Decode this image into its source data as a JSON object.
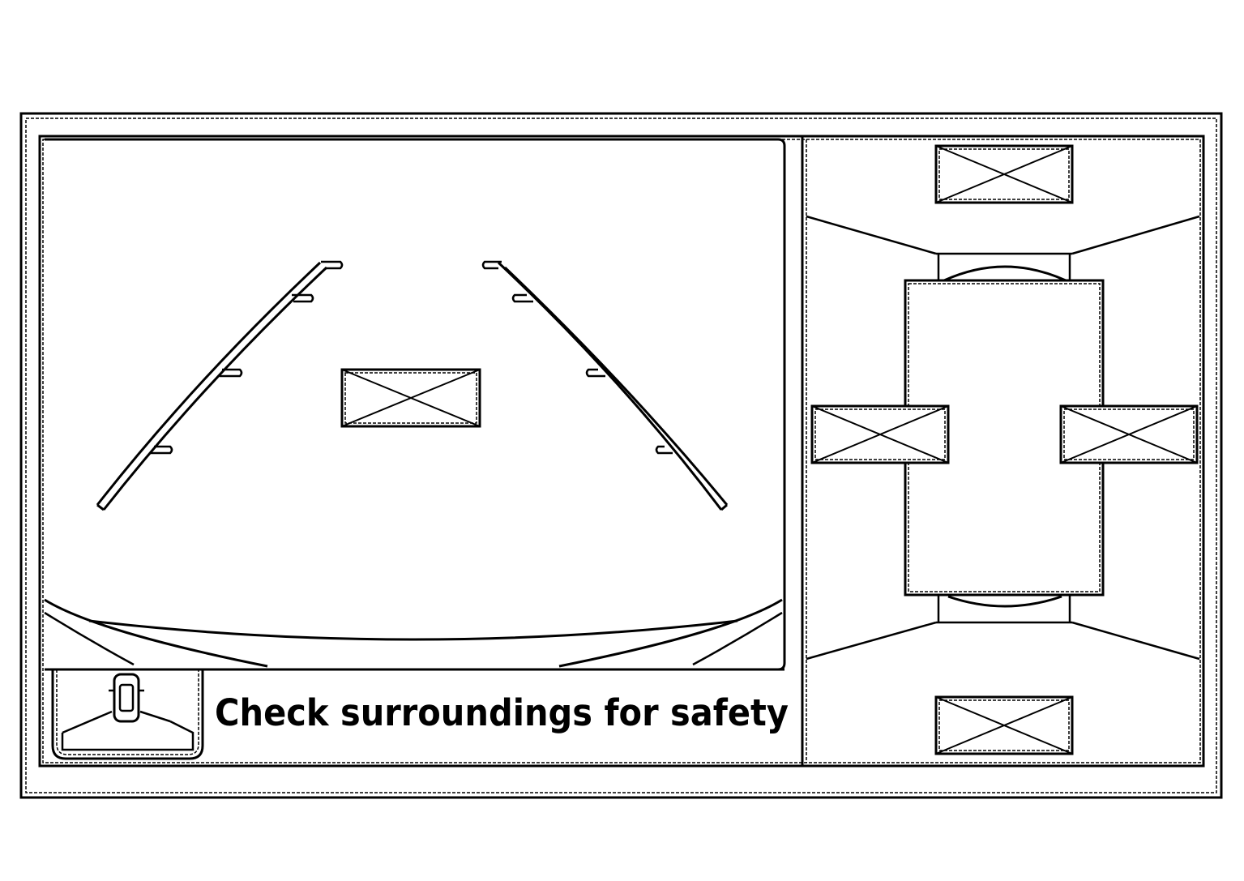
{
  "colors": {
    "line": "#000000",
    "background": "#ffffff"
  },
  "rear_view": {
    "guide_lines": "guide-lines-graphic",
    "obstacle": "object-placeholder-icon",
    "bumper": "rear-bumper-graphic"
  },
  "status_bar": {
    "vehicle_icon": "vehicle-view-icon",
    "message": "Check surroundings for safety"
  },
  "around_view": {
    "vehicle": "vehicle-top-view-graphic",
    "placeholders": [
      "front-object-icon",
      "left-object-icon",
      "right-object-icon",
      "rear-object-icon"
    ]
  }
}
